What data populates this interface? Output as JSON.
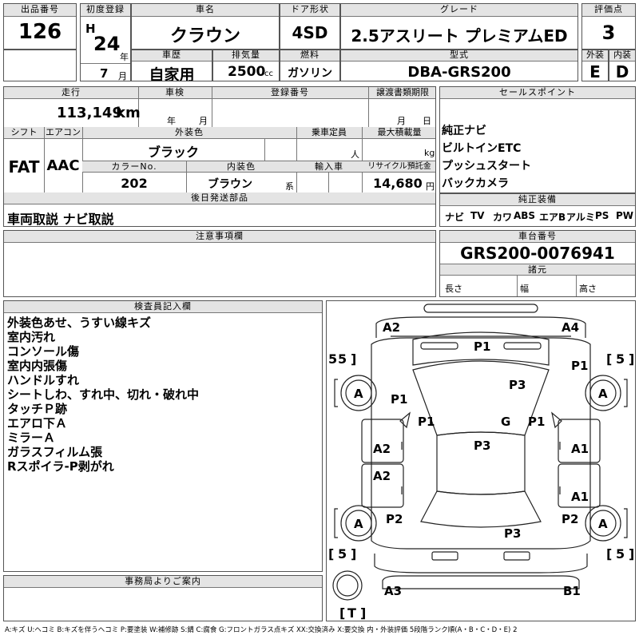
{
  "header": {
    "lot_no": {
      "label": "出品番号",
      "value": "126"
    },
    "first_reg": {
      "label": "初度登録",
      "era": "H",
      "year": "24",
      "year_unit": "年",
      "month": "7",
      "month_unit": "月"
    },
    "car_name": {
      "label": "車名",
      "value": "クラウン"
    },
    "door": {
      "label": "ドア形状",
      "value": "4SD"
    },
    "grade": {
      "label": "グレード",
      "value": "2.5アスリート プレミアムED"
    },
    "score": {
      "label": "評価点",
      "value": "3"
    },
    "history": {
      "label": "車歴",
      "value": "自家用"
    },
    "displacement": {
      "label": "排気量",
      "value": "2500",
      "unit": "cc"
    },
    "fuel": {
      "label": "燃料",
      "value": "ガソリン"
    },
    "model": {
      "label": "型式",
      "value": "DBA-GRS200"
    },
    "exterior_grade": {
      "label": "外装",
      "value": "E"
    },
    "interior_grade": {
      "label": "内装",
      "value": "D"
    }
  },
  "info": {
    "mileage": {
      "label": "走行",
      "value": "113,149",
      "unit": "km"
    },
    "inspection": {
      "label": "車検",
      "year_unit": "年",
      "month_unit": "月"
    },
    "reg_no": {
      "label": "登録番号"
    },
    "transfer_deadline": {
      "label": "譲渡書類期限",
      "month_unit": "月",
      "day_unit": "日"
    },
    "shift": {
      "label": "シフト",
      "value": "FAT"
    },
    "aircon": {
      "label": "エアコン",
      "value": "AAC"
    },
    "ext_color": {
      "label": "外装色",
      "value": "ブラック"
    },
    "capacity": {
      "label": "乗車定員",
      "unit": "人"
    },
    "max_load": {
      "label": "最大積載量",
      "unit": "kg"
    },
    "color_no": {
      "label": "カラーNo.",
      "value": "202"
    },
    "int_color": {
      "label": "内装色",
      "value": "ブラウン",
      "unit": "系"
    },
    "import": {
      "label": "輸入車"
    },
    "recycle": {
      "label": "リサイクル預託金",
      "value": "14,680",
      "unit": "円"
    },
    "later_parts": {
      "label": "後日発送部品",
      "value": "車両取説 ナビ取説"
    }
  },
  "sales_points": {
    "label": "セールスポイント",
    "items": [
      "純正ナビ",
      "ビルトインETC",
      "プッシュスタート",
      "バックカメラ"
    ]
  },
  "genuine_equipment": {
    "label": "純正装備",
    "items": [
      "ナビ",
      "TV",
      "カワ",
      "ABS",
      "エアB",
      "アルミ",
      "PS",
      "PW"
    ]
  },
  "caution": {
    "label": "注意事項欄"
  },
  "chassis": {
    "label": "車台番号",
    "value": "GRS200-0076941"
  },
  "specs": {
    "label": "諸元",
    "length": "長さ",
    "width": "幅",
    "height": "高さ"
  },
  "inspector_notes": {
    "label": "検査員記入欄",
    "lines": [
      "外装色あせ、うすい線キズ",
      "室内汚れ",
      "コンソール傷",
      "室内内張傷",
      "ハンドルすれ",
      "シートしわ、すれ中、切れ・破れ中",
      "タッチＰ跡",
      "エアロ下Ａ",
      "ミラーＡ",
      "ガラスフィルム張",
      "Rスポイラ-P剥がれ"
    ]
  },
  "office": {
    "label": "事務局よりご案内"
  },
  "diagram": {
    "tire_code": "5",
    "spare": "T",
    "marks": {
      "front_left": "A2",
      "front_right": "A4",
      "hood": "P1",
      "windshield_top": "P3",
      "fender_left": "P1",
      "fender_right": "P1",
      "pillar_left": "P1",
      "pillar_right": "P1",
      "glass": "G",
      "roof": "P3",
      "door_fl": "A2",
      "door_rl": "A2",
      "door_fr": "A1",
      "door_rr": "A1",
      "rear_fender_left": "P2",
      "rear_fender_right": "P2",
      "trunk": "P3",
      "wheel": "A",
      "rear_left": "A3",
      "rear_right": "B1"
    }
  },
  "legend": "A:キズ U:ヘコミ B:キズを伴うヘコミ P:要塗装 W:補修跡 S:錆 C:腐食 G:フロントガラス点キズ XX:交換済み X:要交換 内・外装評価 5段階ランク順(A・B・C・D・E) 2"
}
